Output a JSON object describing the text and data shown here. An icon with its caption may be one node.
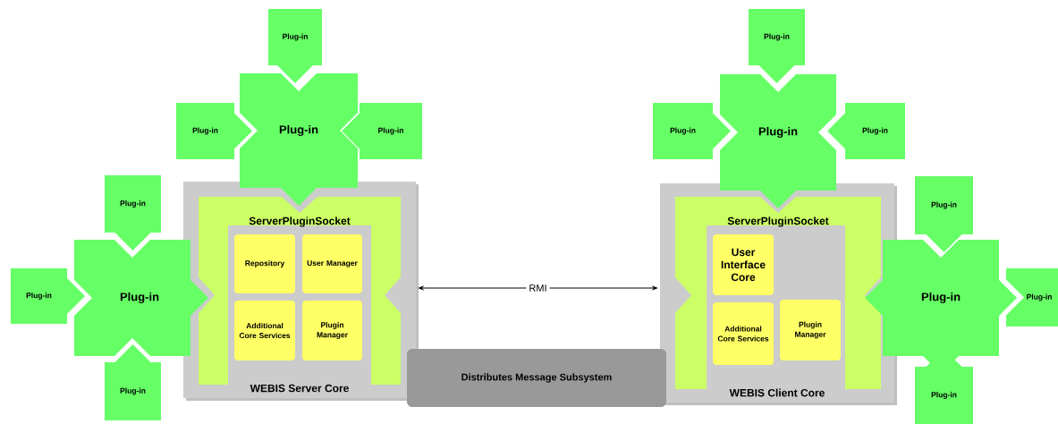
{
  "diagram": {
    "nodes": [
      {
        "text": [
          "Plug-in"
        ]
      },
      {
        "text": [
          "Plug-in"
        ]
      },
      {
        "text": [
          "Plug-in"
        ]
      },
      {
        "text": [
          "Plug-in"
        ]
      },
      {
        "text": [
          "Plug-in"
        ]
      },
      {
        "text": [
          "Plug-in"
        ]
      },
      {
        "text": [
          "Plug-in"
        ]
      },
      {
        "text": [
          "Plug-in"
        ]
      },
      {
        "text": [
          "WEBIS Server Core"
        ]
      },
      {
        "text": [
          "ServerPluginSocket"
        ],
        "in": 8
      },
      {
        "text": [
          "Repository"
        ],
        "in": 9
      },
      {
        "text": [
          "User Manager"
        ],
        "in": 9
      },
      {
        "text": [
          "Additional Core Services"
        ],
        "in": 9
      },
      {
        "text": [
          "Plugin Manager"
        ],
        "in": 9
      },
      {
        "text": [
          "WEBIS Client Core"
        ]
      },
      {
        "text": [
          "ServerPluginSocket"
        ],
        "in": 14
      },
      {
        "text": [
          "User Interface Core"
        ],
        "in": 15
      },
      {
        "text": [
          "Additional Core Services"
        ],
        "in": 15
      },
      {
        "text": [
          "Plugin Manager"
        ],
        "in": 15
      },
      {
        "text": [
          "Plug-in"
        ]
      },
      {
        "text": [
          "Plug-in"
        ]
      },
      {
        "text": [
          "Plug-in"
        ]
      },
      {
        "text": [
          "Plug-in"
        ]
      },
      {
        "text": [
          "Plug-in"
        ]
      },
      {
        "text": [
          "Plug-in"
        ]
      },
      {
        "text": [
          "Plug-in"
        ]
      },
      {
        "text": [
          "Plug-in"
        ]
      },
      {
        "text": [
          "Distributes Message Subsystem"
        ]
      }
    ],
    "edges": [
      {
        "from": 8,
        "to": 14,
        "arrow": "both",
        "label": "RMI"
      }
    ]
  }
}
